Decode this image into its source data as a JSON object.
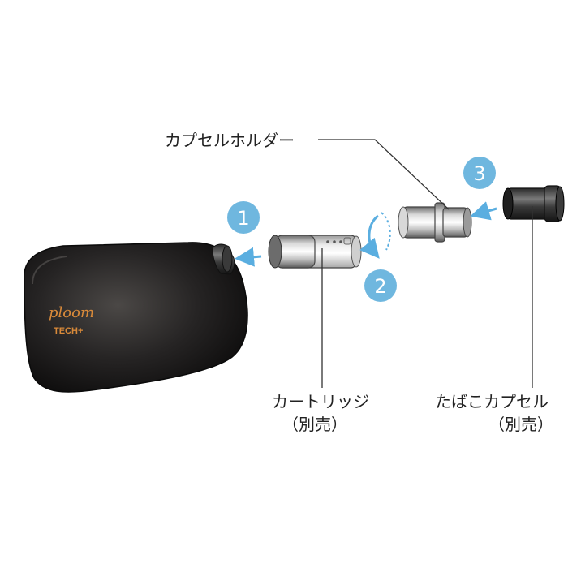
{
  "labels": {
    "capsule_holder": "カプセルホルダー",
    "cartridge": "カートリッジ",
    "cartridge_note": "（別売）",
    "tobacco_capsule": "たばこカプセル",
    "tobacco_capsule_note": "（別売）"
  },
  "steps": [
    "1",
    "2",
    "3"
  ],
  "logo": {
    "line1": "ploom",
    "line2": "TECH+"
  },
  "colors": {
    "step_circle": "#6fb7df",
    "arrow": "#5aaee0",
    "device_body": "#1c1a1a",
    "leader_line": "#333333"
  }
}
